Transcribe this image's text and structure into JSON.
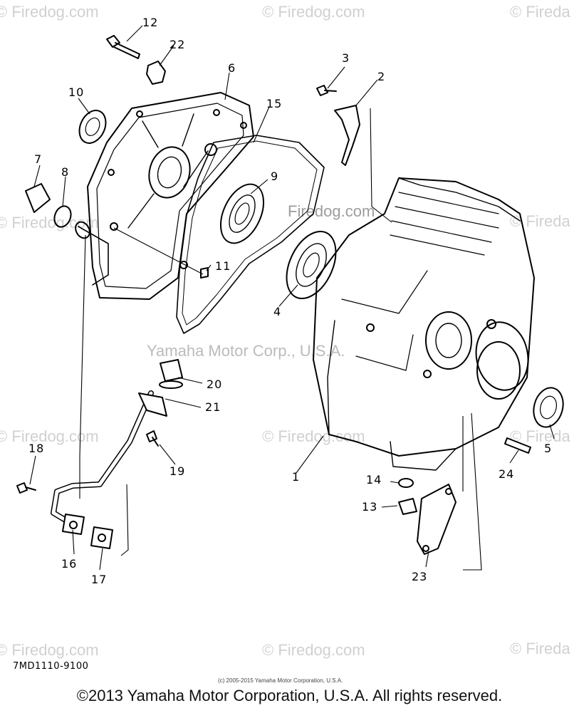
{
  "watermark": {
    "text": "© Firedog.com",
    "short": "© Fireda",
    "center_mark": "Firedog.com",
    "owner_mark": "Yamaha Motor Corp., U.S.A."
  },
  "callouts": {
    "p1": "1",
    "p2": "2",
    "p3": "3",
    "p4": "4",
    "p5": "5",
    "p6": "6",
    "p7": "7",
    "p8": "8",
    "p9": "9",
    "p10": "10",
    "p11": "11",
    "p12": "12",
    "p13": "13",
    "p14": "14",
    "p15": "15",
    "p16": "16",
    "p17": "17",
    "p18": "18",
    "p19": "19",
    "p20": "20",
    "p21": "21",
    "p22": "22",
    "p23": "23",
    "p24": "24"
  },
  "diagram_code": "7MD1110-9100",
  "fine_print": "(c) 2005-2015 Yamaha Motor Corporation, U.S.A.",
  "copyright": "©2013 Yamaha Motor Corporation, U.S.A. All rights reserved."
}
